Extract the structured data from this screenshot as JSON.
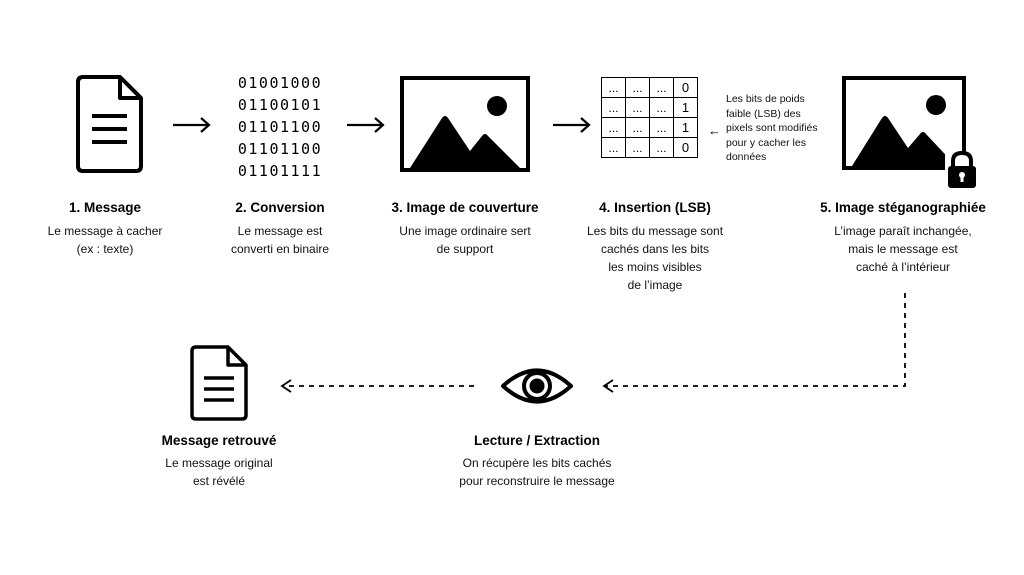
{
  "steps": [
    {
      "title": "1. Message",
      "desc": [
        "Le message à cacher",
        "(ex : texte)"
      ]
    },
    {
      "title": "2. Conversion",
      "desc": [
        "Le message est",
        "converti en binaire"
      ]
    },
    {
      "title": "3. Image de couverture",
      "desc": [
        "Une image ordinaire sert",
        "de support"
      ]
    },
    {
      "title": "4. Insertion (LSB)",
      "desc": [
        "Les bits du message sont",
        "cachés dans les bits",
        "les moins visibles",
        "de l’image"
      ]
    },
    {
      "title": "5. Image stéganographiée",
      "desc": [
        "L’image paraît inchangée,",
        "mais le message est",
        "caché à l’intérieur"
      ]
    }
  ],
  "binary": [
    "01001000",
    "01100101",
    "01101100",
    "01101100",
    "01101111"
  ],
  "lsb_grid": {
    "rows": [
      [
        "...",
        "...",
        "...",
        "0"
      ],
      [
        "...",
        "...",
        "...",
        "1"
      ],
      [
        "...",
        "...",
        "...",
        "1"
      ],
      [
        "...",
        "...",
        "...",
        "0"
      ]
    ],
    "note_arrow": "←",
    "note": [
      "Les bits de poids",
      "faible (LSB) des",
      "pixels sont modifiés",
      "pour y cacher les",
      "données"
    ]
  },
  "extraction": {
    "title": "Lecture / Extraction",
    "desc": [
      "On récupère les bits cachés",
      "pour reconstruire le message"
    ]
  },
  "recovered": {
    "title": "Message retrouvé",
    "desc": [
      "Le message original",
      "est révélé"
    ]
  },
  "icons": [
    "document-icon",
    "image-icon",
    "lock-icon",
    "eye-icon",
    "arrow-right-icon",
    "dashed-arrow-left-icon"
  ],
  "colors": {
    "ink": "#000000",
    "background": "#ffffff"
  }
}
